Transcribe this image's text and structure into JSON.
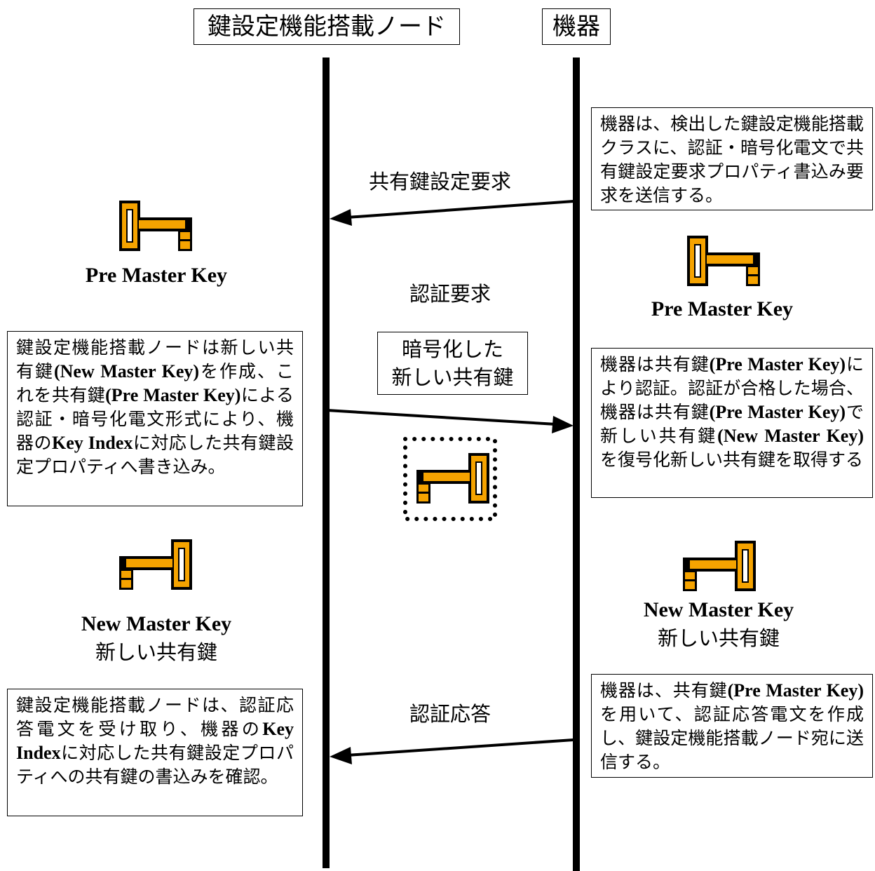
{
  "lanes": {
    "left": "鍵設定機能搭載ノード",
    "right": "機器"
  },
  "messages": {
    "m1": "共有鍵設定要求",
    "m2": "認証要求",
    "m2_encrypted": [
      "暗号化した",
      "新しい共有鍵"
    ],
    "m3": "認証応答"
  },
  "notes": {
    "right1": "機器は、検出した鍵設定機能搭載クラスに、認証・暗号化電文で共有鍵設定要求プロパティ書込み要求を送信する。",
    "left1": [
      {
        "t": "鍵設定機能搭載ノードは新しい共有鍵"
      },
      {
        "t": "(New Master Key)",
        "s": 1
      },
      {
        "t": "を作成、これを共有鍵"
      },
      {
        "t": "(Pre Master Key)",
        "s": 1
      },
      {
        "t": "による認証・暗号化電文形式により、機器の"
      },
      {
        "t": "Key Index",
        "s": 1
      },
      {
        "t": "に対応した共有鍵設定プロパティへ書き込み。"
      }
    ],
    "right2": [
      {
        "t": "機器は共有鍵"
      },
      {
        "t": "(Pre Master Key)",
        "s": 1
      },
      {
        "t": "により認証。認証が合格した場合、機器は共有鍵"
      },
      {
        "t": "(Pre Master Key)",
        "s": 1
      },
      {
        "t": "で新しい共有鍵"
      },
      {
        "t": "(New Master Key)",
        "s": 1
      },
      {
        "t": "を復号化新しい共有鍵を取得する"
      }
    ],
    "left2": [
      {
        "t": "鍵設定機能搭載ノードは、認証応答電文を受け取り、機器の"
      },
      {
        "t": "Key Index",
        "s": 1
      },
      {
        "t": "に対応した共有鍵設定プロパティへの共有鍵の書込みを確認。"
      }
    ],
    "right3": [
      {
        "t": "機器は、共有鍵"
      },
      {
        "t": "(Pre Master Key)",
        "s": 1
      },
      {
        "t": "を用いて、認証応答電文を作成し、鍵設定機能搭載ノード宛に送信する。"
      }
    ]
  },
  "keys": {
    "pre_left": "Pre Master Key",
    "pre_right": "Pre Master Key",
    "new_left": "New Master Key",
    "new_left_jp": "新しい共有鍵",
    "new_right": "New Master Key",
    "new_right_jp": "新しい共有鍵"
  },
  "colors": {
    "key_fill": "#f5a300",
    "key_outline": "#000000",
    "line": "#000000"
  },
  "icons": [
    "key-icon",
    "arrow-left",
    "arrow-right"
  ]
}
